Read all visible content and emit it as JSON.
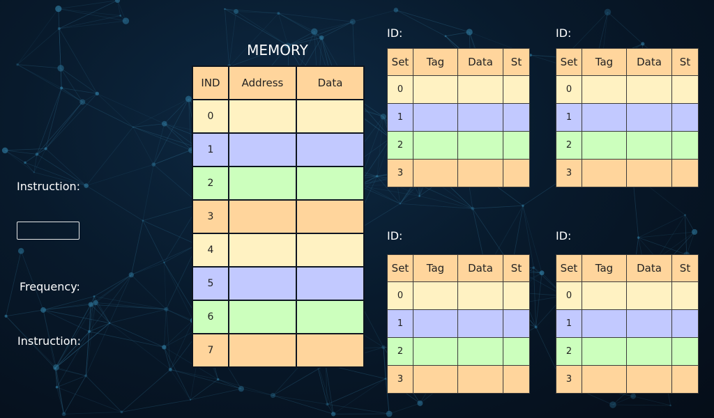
{
  "left": {
    "instruction_label": "Instruction:",
    "instruction_input_value": "",
    "frequency_label": "Frequency:",
    "instruction_label_2": "Instruction:"
  },
  "memory": {
    "title": "MEMORY",
    "headers": [
      "IND",
      "Address",
      "Data"
    ],
    "rows": [
      {
        "ind": "0",
        "address": "",
        "data": "",
        "color": "#fff2c2"
      },
      {
        "ind": "1",
        "address": "",
        "data": "",
        "color": "#c2c9ff"
      },
      {
        "ind": "2",
        "address": "",
        "data": "",
        "color": "#ccffbd"
      },
      {
        "ind": "3",
        "address": "",
        "data": "",
        "color": "#ffd59c"
      },
      {
        "ind": "4",
        "address": "",
        "data": "",
        "color": "#fff2c2"
      },
      {
        "ind": "5",
        "address": "",
        "data": "",
        "color": "#c2c9ff"
      },
      {
        "ind": "6",
        "address": "",
        "data": "",
        "color": "#ccffbd"
      },
      {
        "ind": "7",
        "address": "",
        "data": "",
        "color": "#ffd59c"
      }
    ]
  },
  "caches": [
    {
      "id_label": "ID:",
      "headers": [
        "Set",
        "Tag",
        "Data",
        "St"
      ],
      "sets": [
        "0",
        "1",
        "2",
        "3"
      ]
    },
    {
      "id_label": "ID:",
      "headers": [
        "Set",
        "Tag",
        "Data",
        "St"
      ],
      "sets": [
        "0",
        "1",
        "2",
        "3"
      ]
    },
    {
      "id_label": "ID:",
      "headers": [
        "Set",
        "Tag",
        "Data",
        "St"
      ],
      "sets": [
        "0",
        "1",
        "2",
        "3"
      ]
    },
    {
      "id_label": "ID:",
      "headers": [
        "Set",
        "Tag",
        "Data",
        "St"
      ],
      "sets": [
        "0",
        "1",
        "2",
        "3"
      ]
    }
  ],
  "colors": {
    "header": "#ffd59c",
    "yellow": "#fff2c2",
    "blue": "#c2c9ff",
    "green": "#ccffbd",
    "orange": "#ffd59c",
    "background": "#081a2c"
  }
}
